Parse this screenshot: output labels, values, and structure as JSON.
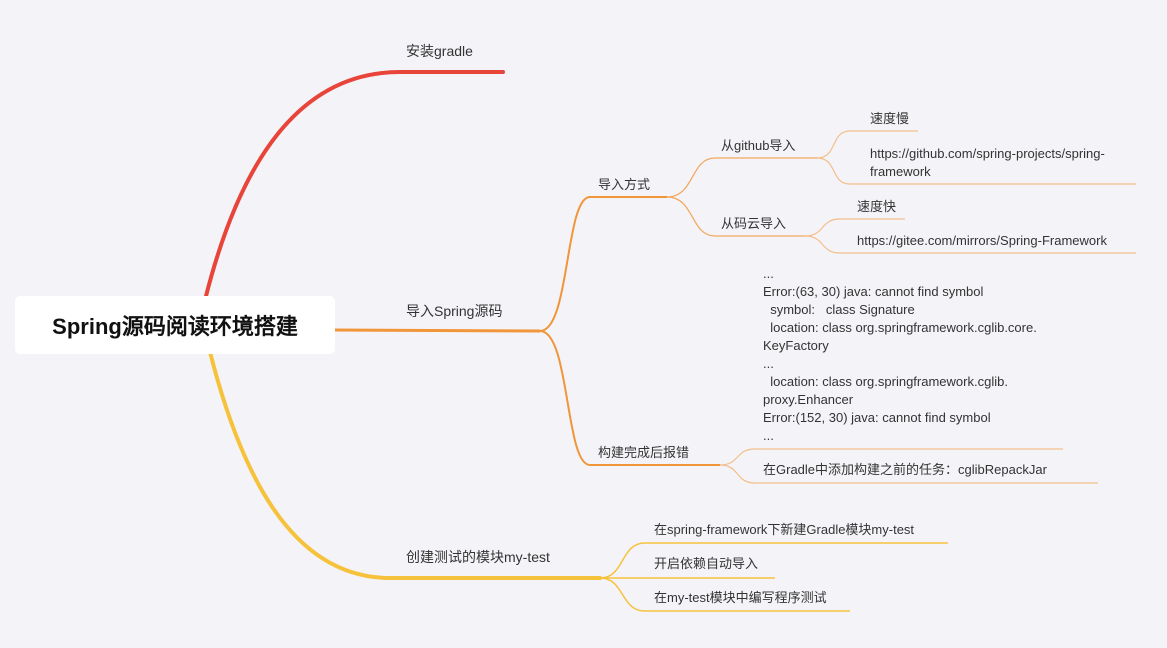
{
  "root": {
    "label": "Spring源码阅读环境搭建"
  },
  "colors": {
    "background": "#f4f4f8",
    "branch_red": "#e8443a",
    "branch_orange": "#f0953a",
    "branch_yellow": "#f6c23c"
  },
  "branches": [
    {
      "label": "安装gradle",
      "color": "#e8443a"
    },
    {
      "label": "导入Spring源码",
      "color": "#f0953a",
      "children": [
        {
          "label": "导入方式",
          "children": [
            {
              "label": "从github导入",
              "children": [
                {
                  "label": "速度慢"
                },
                {
                  "label": "https://github.com/spring-projects/spring-\nframework"
                }
              ]
            },
            {
              "label": "从码云导入",
              "children": [
                {
                  "label": "速度快"
                },
                {
                  "label": "https://gitee.com/mirrors/Spring-Framework"
                }
              ]
            }
          ]
        },
        {
          "label": "构建完成后报错",
          "children": [
            {
              "label": "...\nError:(63, 30) java: cannot find symbol\n  symbol:   class Signature\n  location: class org.springframework.cglib.core.\nKeyFactory\n...\n  location: class org.springframework.cglib.\nproxy.Enhancer\nError:(152, 30) java: cannot find symbol\n..."
            },
            {
              "label": "在Gradle中添加构建之前的任务：cglibRepackJar"
            }
          ]
        }
      ]
    },
    {
      "label": "创建测试的模块my-test",
      "color": "#f6c23c",
      "children": [
        {
          "label": "在spring-framework下新建Gradle模块my-test"
        },
        {
          "label": "开启依赖自动导入"
        },
        {
          "label": "在my-test模块中编写程序测试"
        }
      ]
    }
  ]
}
